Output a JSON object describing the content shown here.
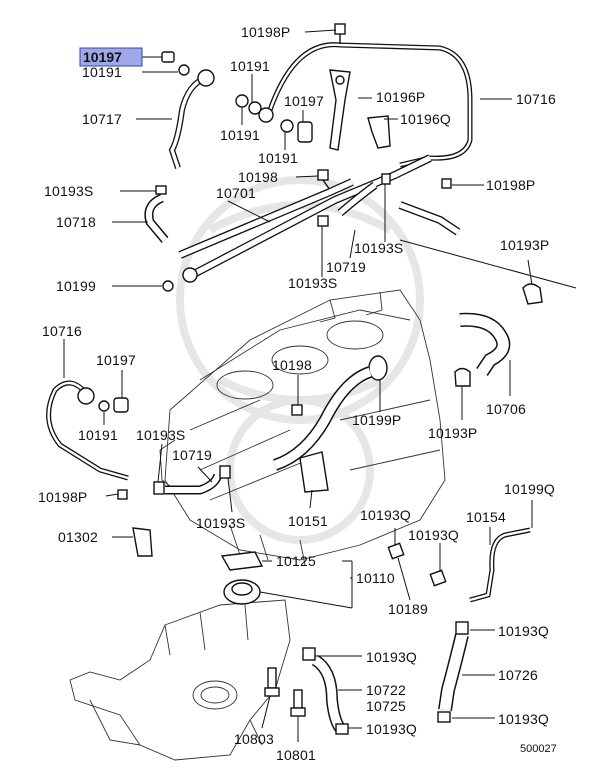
{
  "diagram_id": "500027",
  "highlight_color": "#9ea8e8",
  "labels": {
    "10198P_top": "10198P",
    "10197_top": "10197",
    "10191_top_left": "10191",
    "10191_top_mid": "10191",
    "10716_top": "10716",
    "10197_mid": "10197",
    "10196P": "10196P",
    "10717": "10717",
    "10191_mid_a": "10191",
    "10196Q": "10196Q",
    "10191_mid_b": "10191",
    "10198_top": "10198",
    "10198P_right": "10198P",
    "10193S_top_left": "10193S",
    "10701": "10701",
    "10718": "10718",
    "10719_top": "10719",
    "10193S_top_right": "10193S",
    "10193P_right": "10193P",
    "10193S_mid": "10193S",
    "10199": "10199",
    "10716_left": "10716",
    "10197_left": "10197",
    "10198_mid": "10198",
    "10191_left": "10191",
    "10193S_left": "10193S",
    "10199P": "10199P",
    "10193P_mid": "10193P",
    "10706": "10706",
    "10719_left": "10719",
    "10198P_left": "10198P",
    "10193S_lower": "10193S",
    "10151": "10151",
    "10199Q": "10199Q",
    "10193Q_a": "10193Q",
    "10154": "10154",
    "01302": "01302",
    "10125": "10125",
    "10193Q_b": "10193Q",
    "10110": "10110",
    "10189": "10189",
    "10193Q_c": "10193Q",
    "10193Q_d": "10193Q",
    "10726": "10726",
    "10722": "10722",
    "10725": "10725",
    "10803": "10803",
    "10193Q_e": "10193Q",
    "10193Q_f": "10193Q",
    "10801": "10801"
  }
}
